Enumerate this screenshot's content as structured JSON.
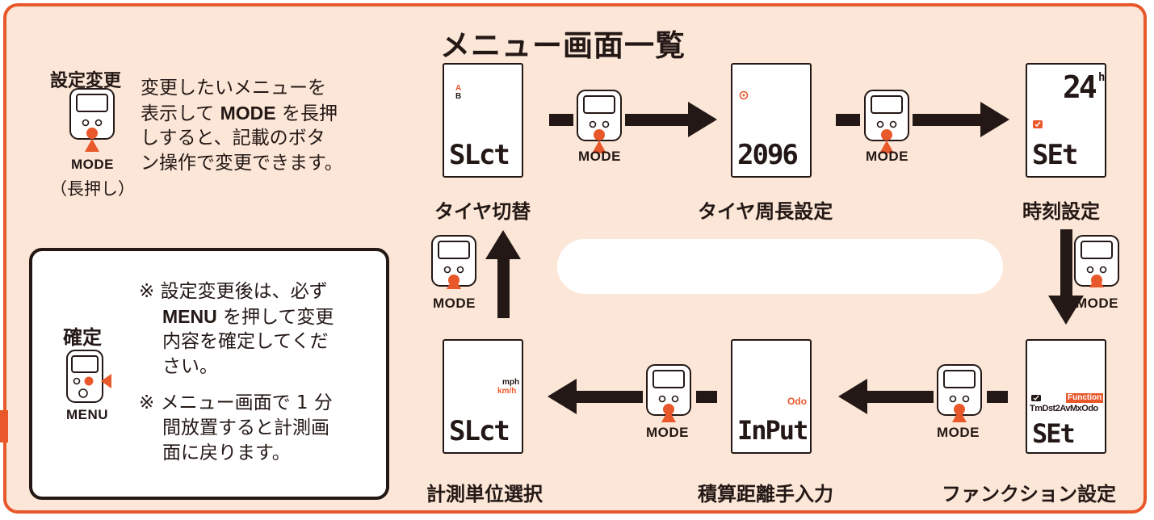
{
  "title": "メニュー画面一覧",
  "instruction": {
    "heading": "設定変更",
    "lines": [
      "変更したいメニューを",
      "表示して",
      "MODE",
      "を長押",
      "しすると、記載のボタ",
      "ン操作で変更できます。"
    ],
    "mode_label": "MODE",
    "hold_label": "（長押し）"
  },
  "confirm": {
    "heading": "確定",
    "button_label": "MENU",
    "note1_lines": [
      "※ 設定変更後は、必ず",
      "MENU",
      "を押して変更",
      "内容を確定してくだ",
      "さい。"
    ],
    "note2_lines": [
      "※ メニュー画面で 1 分",
      "間放置すると計測画",
      "面に戻ります。"
    ]
  },
  "screens": {
    "tire_select": {
      "label": "タイヤ切替",
      "display": "SLct",
      "indicator_a": "A",
      "indicator_b": "B"
    },
    "tire_size": {
      "label": "タイヤ周長設定",
      "display": "2096"
    },
    "clock": {
      "label": "時刻設定",
      "display": "SEt",
      "top_value": "24",
      "top_unit": "h"
    },
    "function": {
      "label": "ファンクション設定",
      "display": "SEt",
      "tag": "Function",
      "items": "TmDst2AvMxOdo"
    },
    "odo_input": {
      "label": "積算距離手入力",
      "display": "InPut",
      "tag": "Odo"
    },
    "unit_select": {
      "label": "計測単位選択",
      "display": "SLct",
      "unit_mph": "mph",
      "unit_kmh": "km/h"
    }
  },
  "mode_buttons": [
    "MODE",
    "MODE",
    "MODE",
    "MODE",
    "MODE",
    "MODE"
  ],
  "colors": {
    "accent": "#e8582b",
    "background": "#fbe6d7",
    "ink": "#231815"
  },
  "icons": {
    "device": "cycle-computer-icon",
    "press": "press-dot-icon"
  }
}
